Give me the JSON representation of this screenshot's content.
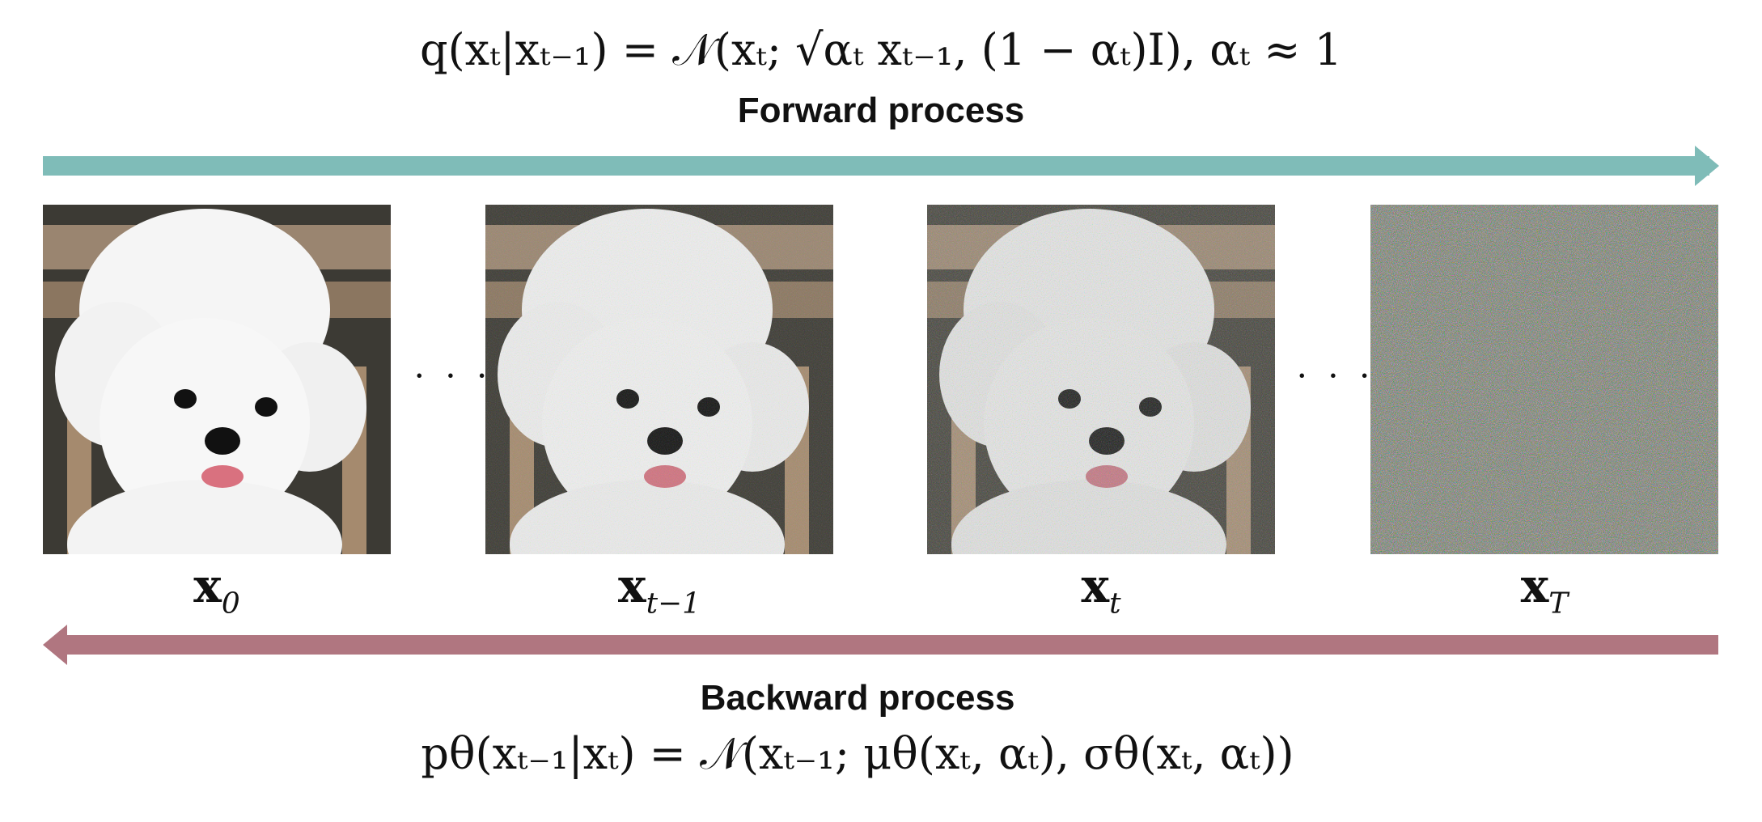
{
  "forward": {
    "formula": "q(xₜ|xₜ₋₁) = 𝒩(xₜ; √αₜ xₜ₋₁, (1 − αₜ)I), αₜ ≈ 1",
    "title": "Forward process",
    "arrow_color": "#7fbcb8"
  },
  "backward": {
    "title": "Backward process",
    "formula": "pθ(xₜ₋₁|xₜ) = 𝒩(xₜ₋₁; μθ(xₜ, αₜ), σθ(xₜ, αₜ))",
    "arrow_color": "#b07680"
  },
  "states": [
    {
      "main": "x",
      "sub": "0",
      "noise": 0.0
    },
    {
      "main": "x",
      "sub": "t−1",
      "noise": 0.3
    },
    {
      "main": "x",
      "sub": "t",
      "noise": 0.5
    },
    {
      "main": "x",
      "sub": "T",
      "noise": 1.0
    }
  ],
  "ellipsis": "· · ·"
}
